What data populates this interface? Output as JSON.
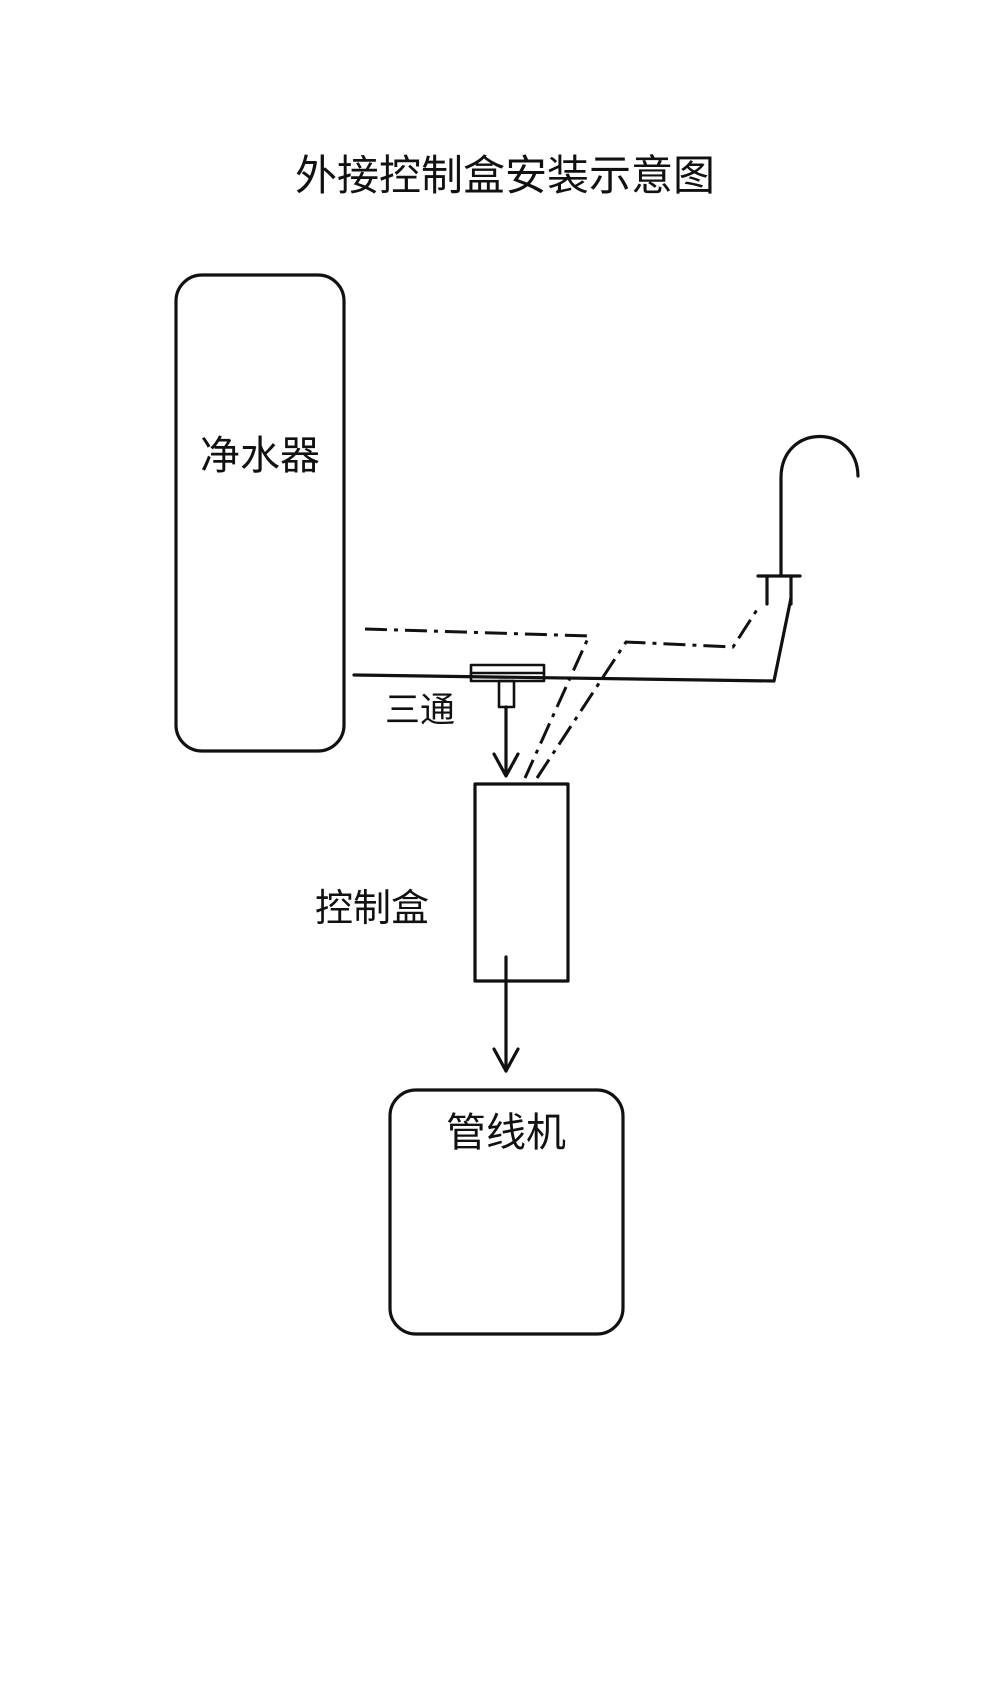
{
  "title": "外接控制盒安装示意图",
  "components": {
    "purifier": "净水器",
    "tee": "三通",
    "control_box": "控制盒",
    "pipeline_machine": "管线机"
  },
  "colors": {
    "background": "#ffffff",
    "ink": "#111111"
  }
}
